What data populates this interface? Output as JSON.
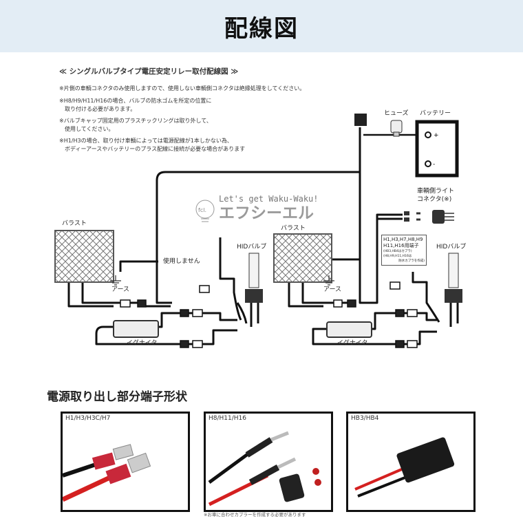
{
  "header": {
    "title": "配線図"
  },
  "diagram": {
    "subtitle": "≪ シングルバルブタイプ電圧安定リレー取付配線図 ≫",
    "notes": [
      "※片側の車輌コネクタのみ使用しますので、使用しない車輌側コネクタは絶縁処理をしてください。",
      "※H8/H9/H11/H16の場合、バルブの防水ゴムを所定の位置に",
      "　取り付ける必要があります。",
      "※バルブキャップ固定用のプラスチックリングは取り外して、",
      "　使用してください。",
      "※H1/H3の場合、取り付け車輌によっては電源配線が1本しかない為、",
      "　ボディーアースやバッテリーのプラス配線に接続が必要な場合があります"
    ],
    "labels": {
      "fuse": "ヒューズ",
      "battery": "バッテリー",
      "vehicle_connector_1": "車輌側ライト",
      "vehicle_connector_2": "コネクタ(※)",
      "ballast": "バラスト",
      "ground": "アース",
      "igniter": "イグナイタ",
      "hid_bulb": "HIDバルブ",
      "unused": "使用しません",
      "terminal_1": "H1,H3,H7,H8,H9",
      "terminal_2": "H11,H16用端子",
      "terminal_3": "(HB3,HB4はカプラ)",
      "terminal_4": "(H8,H9,H11,H16は",
      "terminal_5": "防水カプラを作成)"
    },
    "watermark": {
      "tagline": "Let's get Waku-Waku!",
      "brand": "エフシーエル",
      "logo_text": "fcl."
    }
  },
  "terminals": {
    "title": "電源取り出し部分端子形状",
    "panels": [
      {
        "label": "H1/H3/H3C/H7"
      },
      {
        "label": "H8/H11/H16"
      },
      {
        "label": "HB3/HB4"
      }
    ],
    "footnote": "※お車に合わせカプラーを作成する必要があります"
  },
  "colors": {
    "header_bg": "#e3edf5",
    "wire_red": "#d42020",
    "wire_black": "#111111"
  }
}
